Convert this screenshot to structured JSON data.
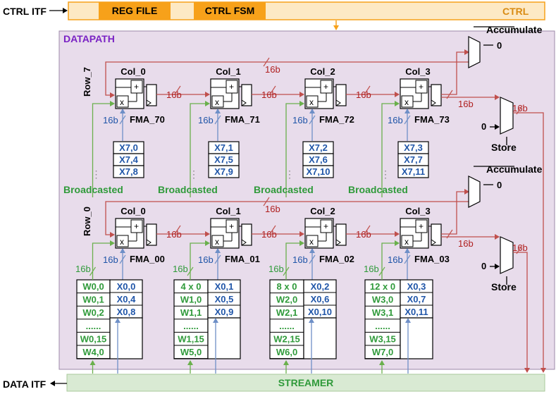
{
  "top": {
    "ctrl_itf": "CTRL ITF",
    "reg_file": "REG FILE",
    "ctrl_fsm": "CTRL FSM",
    "ctrl": "CTRL"
  },
  "datapath": "DATAPATH",
  "rows": [
    {
      "row_label": "Row_7",
      "cols": [
        "Col_0",
        "Col_1",
        "Col_2",
        "Col_3"
      ],
      "fmas": [
        "FMA_70",
        "FMA_71",
        "FMA_72",
        "FMA_73"
      ],
      "x_regs": [
        [
          "X7,0",
          "X7,4",
          "X7,8"
        ],
        [
          "X7,1",
          "X7,5",
          "X7,9"
        ],
        [
          "X7,2",
          "X7,6",
          "X7,10"
        ],
        [
          "X7,3",
          "X7,7",
          "X7,11"
        ]
      ]
    },
    {
      "row_label": "Row_0",
      "cols": [
        "Col_0",
        "Col_1",
        "Col_2",
        "Col_3"
      ],
      "fmas": [
        "FMA_00",
        "FMA_01",
        "FMA_02",
        "FMA_03"
      ],
      "x_regs": [
        [
          "X0,0",
          "X0,4",
          "X0,8"
        ],
        [
          "X0,1",
          "X0,5",
          "X0,9"
        ],
        [
          "X0,2",
          "X0,6",
          "X0,10"
        ],
        [
          "X0,3",
          "X0,7",
          "X0,11"
        ]
      ]
    }
  ],
  "w_regs": [
    [
      "W0,0",
      "W0,1",
      "W0,2",
      "......",
      "W0,15",
      "W4,0"
    ],
    [
      "4 x 0",
      "W1,0",
      "W1,1",
      "......",
      "W1,15",
      "W5,0"
    ],
    [
      "8 x 0",
      "W2,0",
      "W2,1",
      "......",
      "W2,15",
      "W6,0"
    ],
    [
      "12 x 0",
      "W3,0",
      "W3,1",
      "......",
      "W3,15",
      "W7,0"
    ]
  ],
  "labels": {
    "bits": "16b",
    "broadcasted": "Broadcasted",
    "accumulate": "Accumulate",
    "store": "Store",
    "zero": "0",
    "plus": "+",
    "times": "x",
    "dots": "⋮"
  },
  "bottom": {
    "data_itf": "DATA ITF",
    "streamer": "STREAMER"
  },
  "colors": {
    "ctrl_bar": "#fde9c4",
    "orange": "#f7a11a",
    "orange_text": "#d98b12",
    "datapath_bg": "#e8dceb",
    "datapath_border": "#9c89a8",
    "datapath_text": "#7a22c4",
    "green": "#6ab04c",
    "green_text": "#2f9a3a",
    "blue": "#6e8fc7",
    "blue_text": "#1f55a8",
    "red": "#c0504d",
    "red_text": "#b02020",
    "streamer_bg": "#d9ead3"
  }
}
